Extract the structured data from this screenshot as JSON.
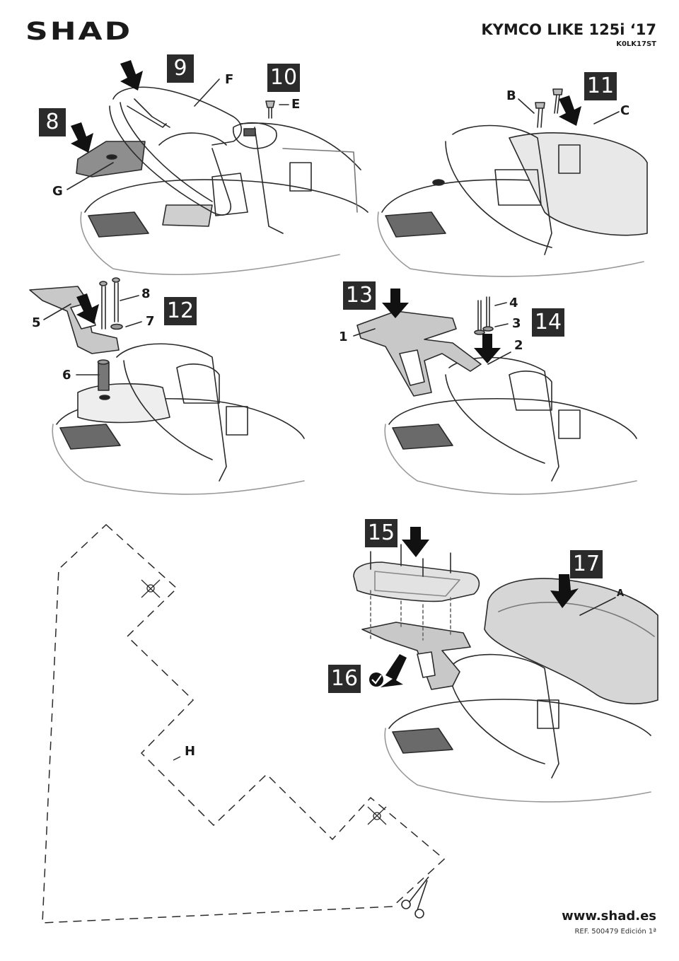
{
  "header": {
    "logo": "SHAD",
    "model": "KYMCO LIKE 125i ‘17",
    "code": "K0LK17ST"
  },
  "steps": [
    "8",
    "9",
    "10",
    "11",
    "12",
    "13",
    "14",
    "15",
    "16",
    "17"
  ],
  "labels": {
    "A": "A",
    "B": "B",
    "C": "C",
    "E": "E",
    "F": "F",
    "G": "G",
    "H": "H",
    "n1": "1",
    "n2": "2",
    "n3": "3",
    "n4": "4",
    "n5": "5",
    "n6": "6",
    "n7": "7",
    "n8": "8"
  },
  "footer": {
    "website": "www.shad.es",
    "reference": "REF. 500479 Edición 1ª"
  }
}
